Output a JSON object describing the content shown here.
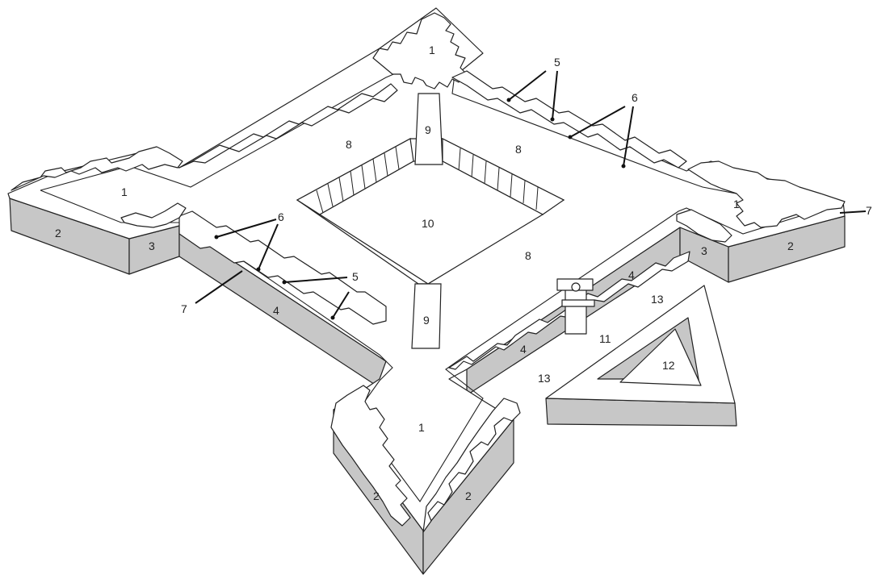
{
  "colors": {
    "wall_face": "#c7c7c7",
    "outline": "#222222",
    "ground": "#ffffff"
  },
  "labels": {
    "bastion_north": "1",
    "bastion_west": "1",
    "bastion_east": "1",
    "bastion_south": "1",
    "face_west": "2",
    "face_east": "2",
    "face_south_left": "2",
    "face_south_right": "2",
    "flank_west": "3",
    "flank_east": "3",
    "curtain_sw": "4",
    "curtain_se_left": "4",
    "curtain_se_right": "4",
    "callout_5_north": "5",
    "callout_5_west": "5",
    "callout_6_north": "6",
    "callout_6_west": "6",
    "callout_7_west": "7",
    "callout_7_east": "7",
    "parade_nw": "8",
    "parade_ne": "8",
    "parade_se": "8",
    "passage_north": "9",
    "passage_south": "9",
    "courtyard": "10",
    "ravelin_terreplein": "11",
    "ravelin_interior": "12",
    "ravelin_top": "13",
    "ravelin_side": "13"
  }
}
